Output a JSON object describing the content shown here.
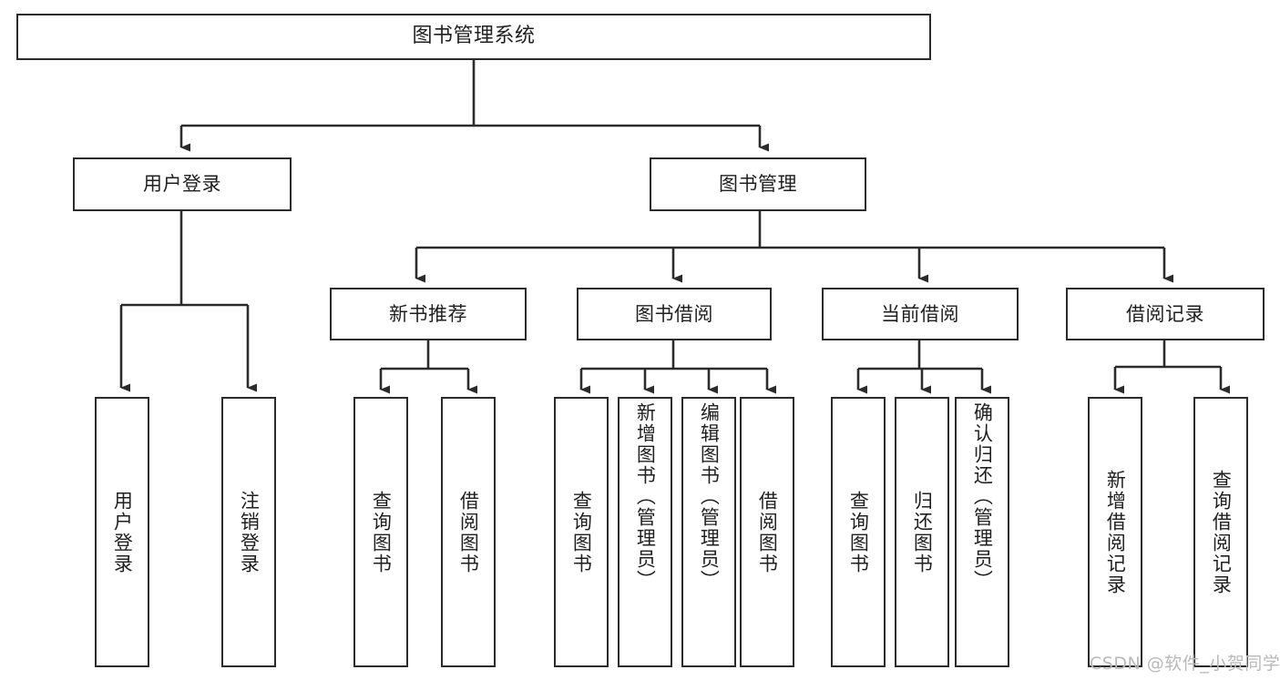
{
  "diagram": {
    "title": "图书管理系统",
    "type": "tree-hierarchy-chart",
    "watermark": "CSDN @软件_小贺同学",
    "colors": {
      "box_border": "#2b2b2b",
      "box_fill": "#ffffff",
      "connector": "#2b2b2b",
      "text": "#1f1f1f",
      "watermark": "#b9b9b9",
      "background": "#ffffff"
    },
    "nodes": {
      "root": {
        "label": "图书管理系统"
      },
      "level2": [
        {
          "id": "user-login",
          "label": "用户登录"
        },
        {
          "id": "book-management",
          "label": "图书管理"
        }
      ],
      "level3": [
        {
          "id": "new-book-recommend",
          "label": "新书推荐"
        },
        {
          "id": "book-borrow",
          "label": "图书借阅"
        },
        {
          "id": "current-borrow",
          "label": "当前借阅"
        },
        {
          "id": "borrow-record",
          "label": "借阅记录"
        }
      ],
      "leaves": {
        "user-login": [
          {
            "id": "leaf-user-login",
            "label": "用户登录"
          },
          {
            "id": "leaf-logout-login",
            "label": "注销登录"
          }
        ],
        "new-book-recommend": [
          {
            "id": "leaf-query-book-1",
            "label": "查询图书"
          },
          {
            "id": "leaf-borrow-book-1",
            "label": "借阅图书"
          }
        ],
        "book-borrow": [
          {
            "id": "leaf-query-book-2",
            "label": "查询图书"
          },
          {
            "id": "leaf-add-book",
            "label": "新增图书（管理员）"
          },
          {
            "id": "leaf-edit-book",
            "label": "编辑图书（管理员）"
          },
          {
            "id": "leaf-borrow-book-2",
            "label": "借阅图书"
          }
        ],
        "current-borrow": [
          {
            "id": "leaf-query-book-3",
            "label": "查询图书"
          },
          {
            "id": "leaf-return-book",
            "label": "归还图书"
          },
          {
            "id": "leaf-confirm-return",
            "label": "确认归还（管理员）"
          }
        ],
        "borrow-record": [
          {
            "id": "leaf-add-record",
            "label": "新增借阅记录"
          },
          {
            "id": "leaf-query-record",
            "label": "查询借阅记录"
          }
        ]
      }
    }
  }
}
